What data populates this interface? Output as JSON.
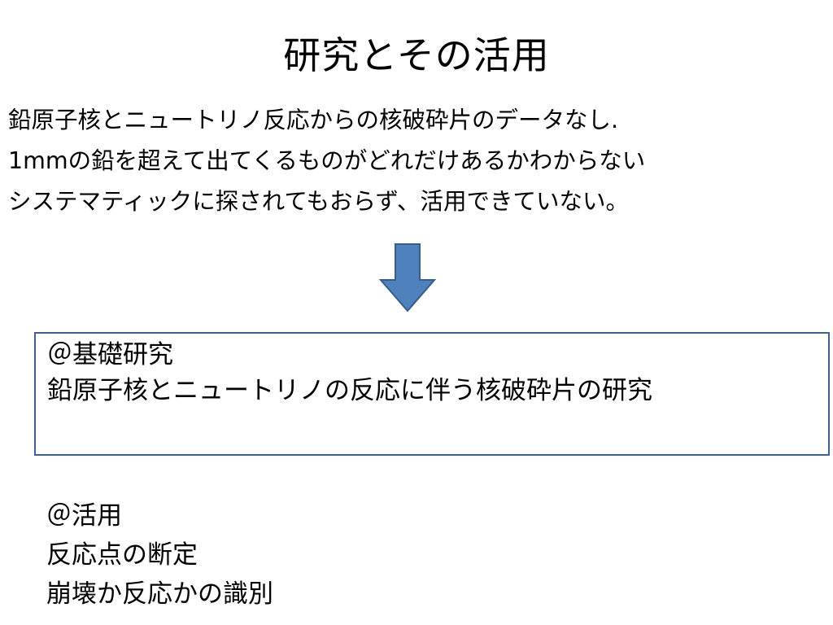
{
  "slide": {
    "title": "研究とその活用",
    "intro": [
      "鉛原子核とニュートリノ反応からの核破砕片のデータなし.",
      "1mmの鉛を超えて出てくるものがどれだけあるかわからない",
      "システマティックに探されてもおらず、活用できていない。"
    ],
    "arrow": {
      "icon": "down-arrow-icon",
      "color": "#4f81bd",
      "stroke": "#385d8a"
    },
    "box": {
      "border_color": "#41628f",
      "heading": "＠基礎研究",
      "text": "鉛原子核とニュートリノの反応に伴う核破砕片の研究"
    },
    "usage": {
      "heading": "＠活用",
      "items": [
        "反応点の断定",
        "崩壊か反応かの識別"
      ]
    }
  }
}
